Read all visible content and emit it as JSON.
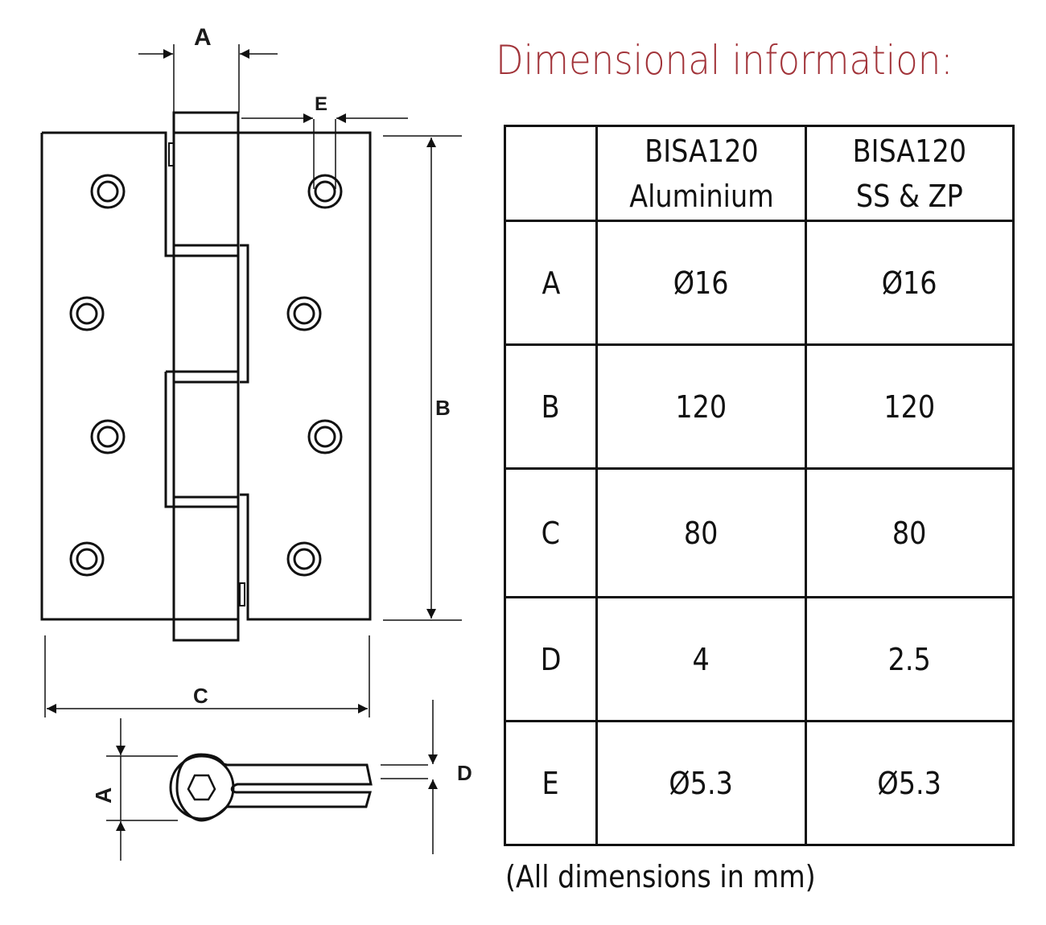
{
  "title": "Dimensional information:",
  "title_color": "#a2343a",
  "drawing": {
    "labels": {
      "A_top": "A",
      "E": "E",
      "B": "B",
      "C": "C",
      "A_side": "A",
      "D": "D"
    },
    "icons": [
      "hinge-front-view",
      "hinge-side-view",
      "hex-socket-icon"
    ]
  },
  "table": {
    "header": [
      "",
      "BISA120\nAluminium",
      "BISA120\nSS & ZP"
    ],
    "header_lines": [
      {
        "line1": "BISA120",
        "line2": "Aluminium"
      },
      {
        "line1": "BISA120",
        "line2": "SS & ZP"
      }
    ],
    "rows": [
      {
        "dim": "A",
        "aluminium": "Ø16",
        "ss_zp": "Ø16"
      },
      {
        "dim": "B",
        "aluminium": "120",
        "ss_zp": "120"
      },
      {
        "dim": "C",
        "aluminium": "80",
        "ss_zp": "80"
      },
      {
        "dim": "D",
        "aluminium": "4",
        "ss_zp": "2.5"
      },
      {
        "dim": "E",
        "aluminium": "Ø5.3",
        "ss_zp": "Ø5.3"
      }
    ]
  },
  "note": "(All dimensions in mm)"
}
